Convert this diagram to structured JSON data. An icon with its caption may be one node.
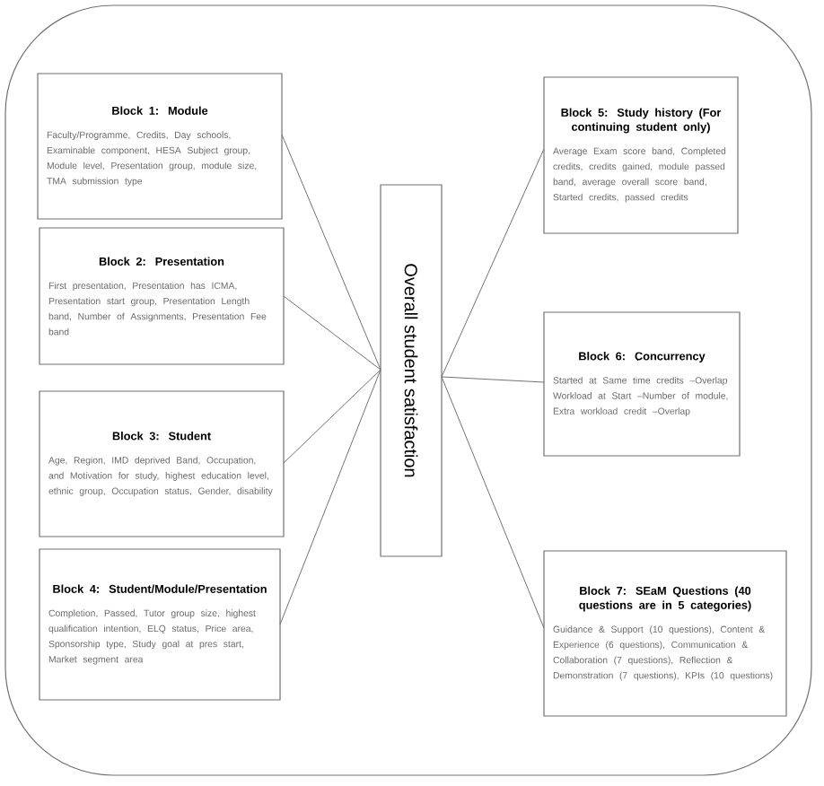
{
  "diagram": {
    "nodes": [
      {
        "text": [
          "Block 1: Module",
          "Faculty/Programme, Credits, Day schools, Examinable component, HESA Subject group, Module level, Presentation group, module size, TMA submission type"
        ]
      },
      {
        "text": [
          "Block 2: Presentation",
          "First presentation, Presentation has ICMA, Presentation start group, Presentation Length band, Number of Assignments, Presentation Fee band"
        ]
      },
      {
        "text": [
          "Block 3: Student",
          "Age, Region, IMD deprived Band, Occupation, and Motivation for study, highest education level, ethnic group, Occupation status, Gender, disability"
        ]
      },
      {
        "text": [
          "Block 4: Student/Module/Presentation",
          "Completion, Passed, Tutor group size, highest qualification intention, ELQ status, Price area, Sponsorship type, Study goal at pres start, Market segment area"
        ]
      },
      {
        "text": [
          "Overall student satisfaction"
        ]
      },
      {
        "text": [
          "Block 5: Study history (For continuing student only)",
          "Average Exam score band, Completed credits, credits gained, module passed band, average overall score band, Started credits, passed credits"
        ]
      },
      {
        "text": [
          "Block 6: Concurrency",
          "Started at Same time credits –Overlap Workload at Start –Number of module, Extra workload credit –Overlap"
        ]
      },
      {
        "text": [
          "Block 7: SEaM Questions (40 questions are in 5 categories)",
          "Guidance & Support (10 questions), Content & Experience (6 questions), Communication & Collaboration (7 questions), Reflection & Demonstration (7 questions), KPIs (10 questions)"
        ]
      }
    ],
    "edges": [
      {
        "from": 0,
        "to": 4,
        "arrow": "none"
      },
      {
        "from": 1,
        "to": 4,
        "arrow": "none"
      },
      {
        "from": 2,
        "to": 4,
        "arrow": "none"
      },
      {
        "from": 3,
        "to": 4,
        "arrow": "none"
      },
      {
        "from": 4,
        "to": 5,
        "arrow": "none"
      },
      {
        "from": 4,
        "to": 6,
        "arrow": "none"
      },
      {
        "from": 4,
        "to": 7,
        "arrow": "none"
      }
    ]
  }
}
